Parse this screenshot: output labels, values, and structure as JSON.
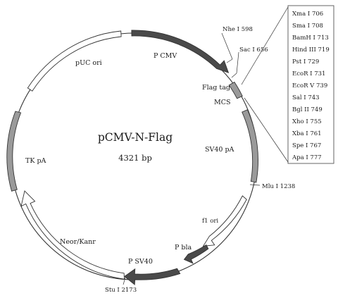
{
  "plasmid": {
    "name": "pCMV-N-Flag",
    "size": "4321 bp"
  },
  "features": {
    "puc_ori": "pUC ori",
    "p_cmv": "P CMV",
    "flag_tag": "Flag tag",
    "mcs": "MCS",
    "sv40_pa": "SV40 pA",
    "tk_pa": "TK pA",
    "f1_ori": "f1 ori",
    "p_bla": "P bla",
    "neor_kanr": "Neor/Kanr",
    "p_sv40": "P SV40"
  },
  "sites": {
    "nhe": "Nhe I 598",
    "sac": "Sac I 656",
    "mlu": "Mlu I 1238",
    "stu": "Stu I 2173"
  },
  "mcs_sites": [
    "Xma I 706",
    "Sma I 708",
    "BamH I 713",
    "Hind III 719",
    "Pst I 729",
    "EcoR I 731",
    "EcoR V 739",
    "Sal I 743",
    "Bgl II 749",
    "Xho I 755",
    "Xba I 761",
    "Spe I 767",
    "Apa I 777"
  ],
  "colors": {
    "backbone": "#333333",
    "dark_feature": "#4a4a4a",
    "grey_feature": "#9a9a9a",
    "white_feature": "#ffffff"
  }
}
